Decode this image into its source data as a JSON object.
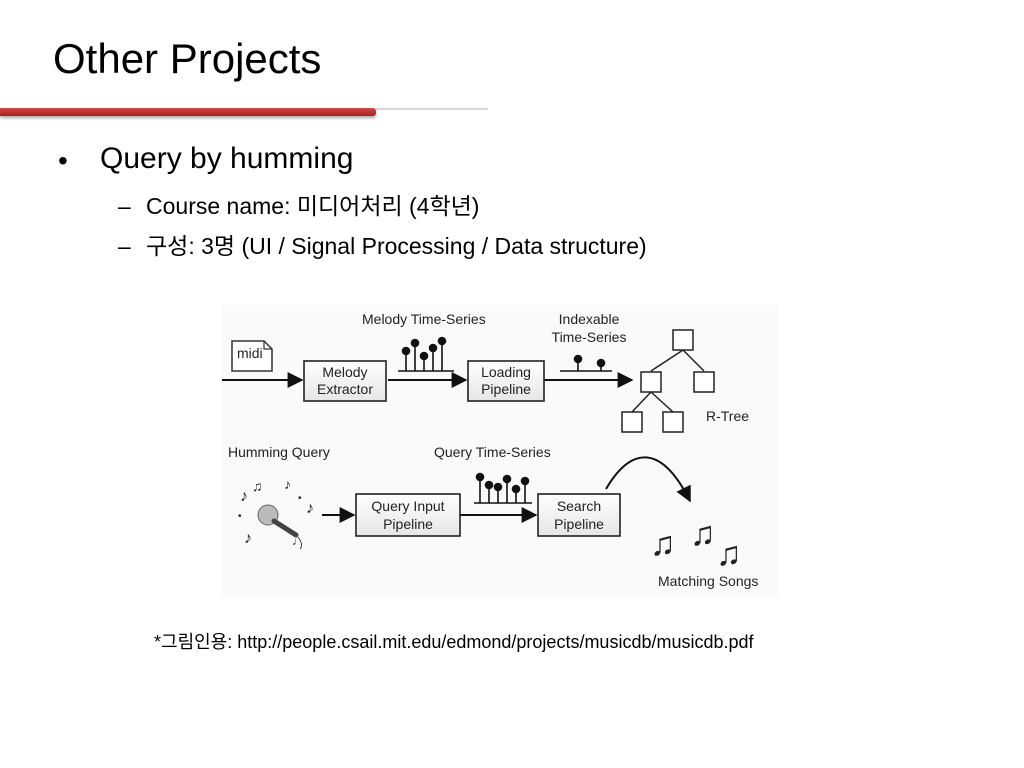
{
  "slide": {
    "title": "Other Projects",
    "bullet": "Query by humming",
    "sub_items": [
      "Course name: 미디어처리 (4학년)",
      "구성: 3명 (UI / Signal Processing / Data structure)"
    ],
    "caption": "*그림인용: http://people.csail.mit.edu/edmond/projects/musicdb/musicdb.pdf"
  },
  "diagram": {
    "midi_label": "midi",
    "melody_ts_label": "Melody Time-Series",
    "melody_extractor": [
      "Melody",
      "Extractor"
    ],
    "loading_pipeline": [
      "Loading",
      "Pipeline"
    ],
    "indexable_ts": [
      "Indexable",
      "Time-Series"
    ],
    "rtree_label": "R-Tree",
    "humming_query_label": "Humming Query",
    "query_ts_label": "Query Time-Series",
    "query_input_pipeline": [
      "Query Input",
      "Pipeline"
    ],
    "search_pipeline": [
      "Search",
      "Pipeline"
    ],
    "matching_songs_label": "Matching Songs"
  },
  "colors": {
    "accent_red": "#b83232",
    "rule_grey": "#d6d6d6"
  }
}
